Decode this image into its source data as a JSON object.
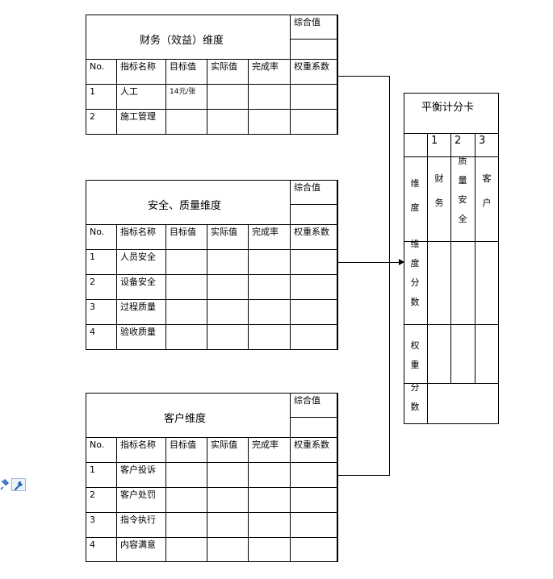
{
  "financial": {
    "title": "财务（效益）维度",
    "composite_label": "综合值",
    "headers": [
      "No.",
      "指标名称",
      "目标值",
      "实际值",
      "完成率",
      "权重系数"
    ],
    "rows": [
      {
        "no": "1",
        "name": "人工",
        "target": "14元/张"
      },
      {
        "no": "2",
        "name": "施工管理",
        "target": ""
      }
    ]
  },
  "safety": {
    "title": "安全、质量维度",
    "composite_label": "综合值",
    "headers": [
      "No.",
      "指标名称",
      "目标值",
      "实际值",
      "完成率",
      "权重系数"
    ],
    "rows": [
      {
        "no": "1",
        "name": "人员安全"
      },
      {
        "no": "2",
        "name": "设备安全"
      },
      {
        "no": "3",
        "name": "过程质量"
      },
      {
        "no": "4",
        "name": "验收质量"
      }
    ]
  },
  "customer": {
    "title": "客户维度",
    "composite_label": "综合值",
    "headers": [
      "No.",
      "指标名称",
      "目标值",
      "实际值",
      "完成率",
      "权重系数"
    ],
    "rows": [
      {
        "no": "1",
        "name": "客户投诉"
      },
      {
        "no": "2",
        "name": "客户处罚"
      },
      {
        "no": "3",
        "name": "指令执行"
      },
      {
        "no": "4",
        "name": "内容满意"
      }
    ]
  },
  "scorecard": {
    "title": "平衡计分卡",
    "col_numbers": [
      "1",
      "2",
      "3"
    ],
    "dimension_label": [
      "维",
      "度"
    ],
    "col_names": [
      [
        "财",
        "务"
      ],
      [
        "质",
        "量",
        "安",
        "全"
      ],
      [
        "客",
        "户"
      ]
    ],
    "score_label": [
      "维",
      "度",
      "分",
      "数"
    ],
    "weight_label": [
      "权",
      "重"
    ],
    "weight_score_label": [
      "分",
      "数"
    ]
  },
  "icons": [
    "pin-icon",
    "wrench-icon"
  ]
}
